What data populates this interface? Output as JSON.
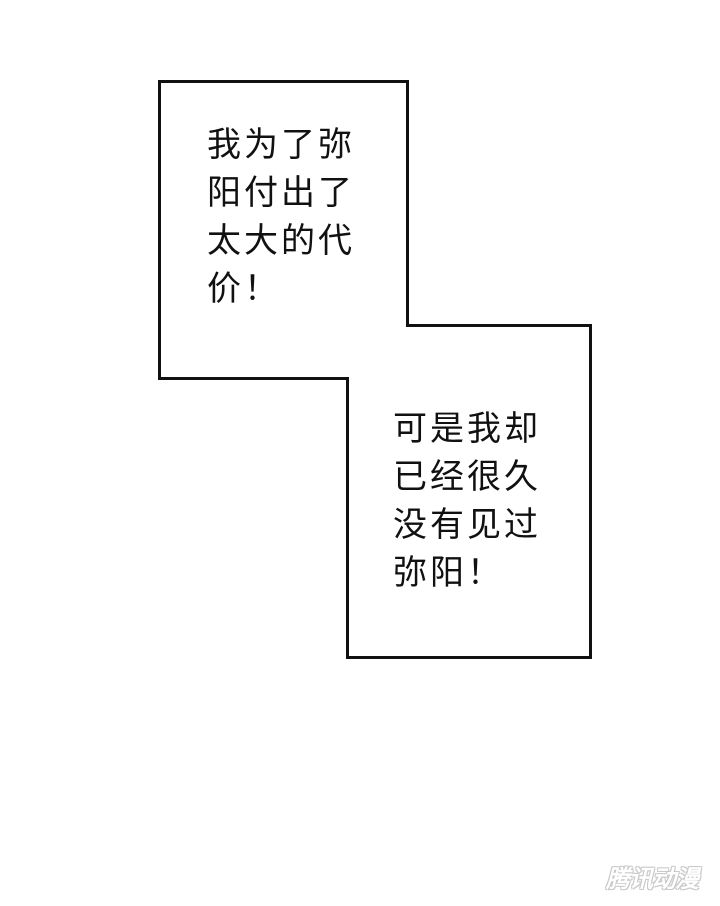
{
  "comic_panel": {
    "caption_box_1": {
      "lines": [
        "我为了弥",
        "阳付出了",
        "太大的代",
        "价！"
      ]
    },
    "caption_box_2": {
      "lines": [
        "可是我却",
        "已经很久",
        "没有见过",
        "弥阳！"
      ]
    },
    "border_color": "#111111",
    "background_color": "#ffffff"
  },
  "watermark": {
    "text": "腾讯动漫"
  }
}
